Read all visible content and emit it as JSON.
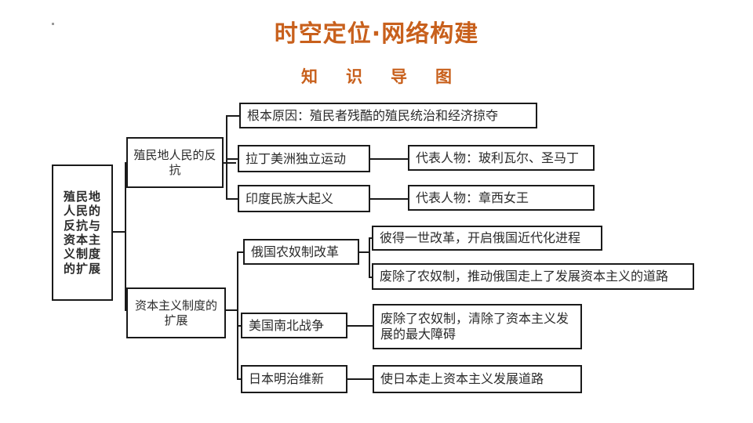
{
  "slide": {
    "title": "时空定位·网络构建",
    "subtitle": "知识导图",
    "accent_color": "#C8601C",
    "line_color": "#1a1a1a",
    "background": "#ffffff"
  },
  "diagram": {
    "type": "mind-map",
    "root": {
      "label": "殖民地人民的反抗与资本主义制度的扩展",
      "lines": [
        "殖民地",
        "人民的",
        "反抗与",
        "资本主",
        "义制度",
        "的扩展"
      ]
    },
    "branches": [
      {
        "label": "殖民地人民的反抗",
        "children": [
          {
            "label": "根本原因：殖民者残酷的殖民统治和经济掠夺",
            "children": []
          },
          {
            "label": "拉丁美洲独立运动",
            "children": [
              {
                "label": "代表人物：玻利瓦尔、圣马丁"
              }
            ]
          },
          {
            "label": "印度民族大起义",
            "children": [
              {
                "label": "代表人物：章西女王"
              }
            ]
          }
        ]
      },
      {
        "label": "资本主义制度的扩展",
        "children": [
          {
            "label": "俄国农奴制改革",
            "children": [
              {
                "label": "彼得一世改革，开启俄国近代化进程"
              },
              {
                "label": "废除了农奴制，推动俄国走上了发展资本主义的道路"
              }
            ]
          },
          {
            "label": "美国南北战争",
            "children": [
              {
                "label": "废除了农奴制，清除了资本主义发展的最大障碍"
              }
            ]
          },
          {
            "label": "日本明治维新",
            "children": [
              {
                "label": "使日本走上资本主义发展道路"
              }
            ]
          }
        ]
      }
    ]
  }
}
